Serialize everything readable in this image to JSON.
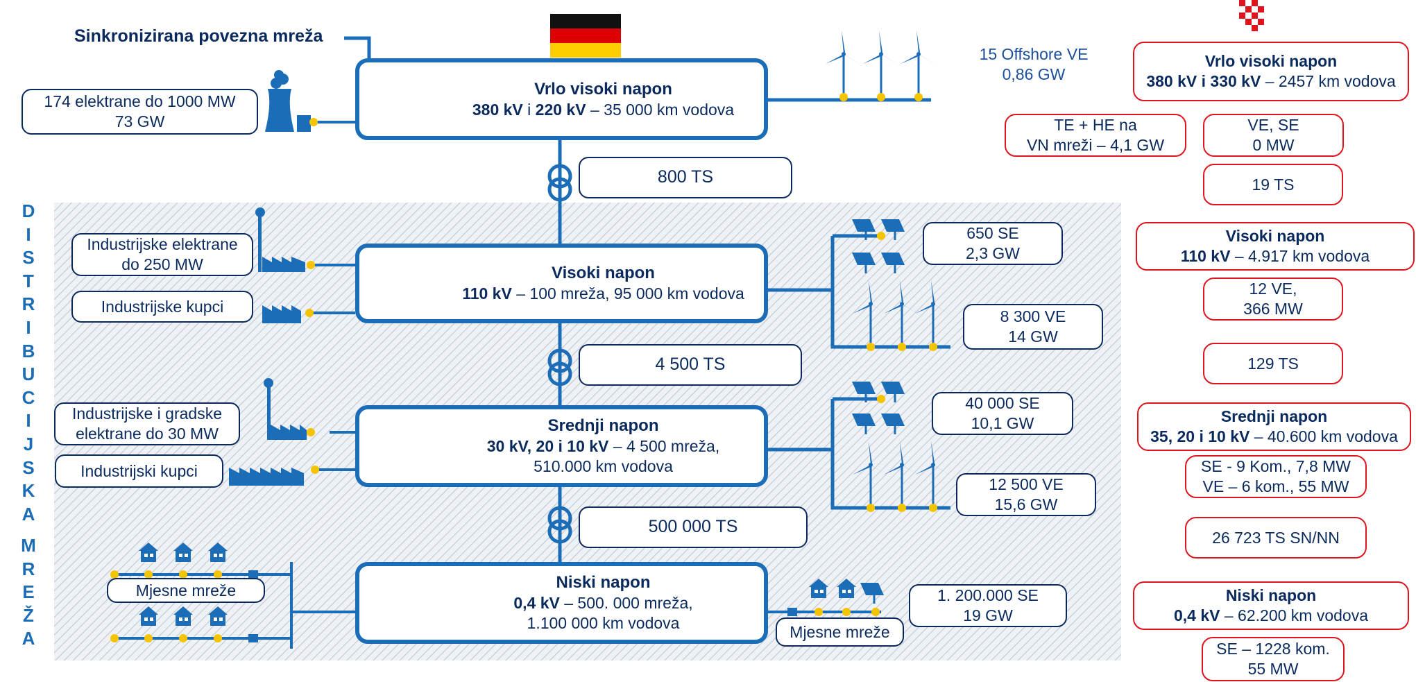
{
  "title": "Sinkronizirana povezna mreža",
  "vertical_label_1": [
    "D",
    "I",
    "S",
    "T",
    "R",
    "I",
    "B",
    "U",
    "C",
    "I",
    "J",
    "S",
    "K",
    "A"
  ],
  "vertical_label_2": [
    "M",
    "R",
    "E",
    "Ž",
    "A"
  ],
  "de": {
    "evh": {
      "title": "Vrlo visoki napon",
      "bold": "380 kV",
      "mid": " i ",
      "bold2": "220 kV",
      "rest": " – 35 000 km vodova"
    },
    "hv": {
      "title": "Visoki napon",
      "bold": "110 kV",
      "rest": " – 100 mreža, 95 000 km vodova"
    },
    "mv": {
      "title": "Srednji napon",
      "bold": "30 kV, 20 i 10 kV",
      "rest": " – 4 500 mreža,",
      "line3": "510.000 km vodova"
    },
    "lv": {
      "title": "Niski napon",
      "bold": "0,4 kV",
      "rest": " – 500. 000 mreža,",
      "line3": "1.100 000 km vodova"
    },
    "ts": [
      "800 TS",
      "4 500 TS",
      "500 000 TS"
    ],
    "plants_1000": [
      "174 elektrane do 1000 MW",
      "73 GW"
    ],
    "offshore": [
      "15 Offshore VE",
      "0,86 GW"
    ],
    "ind_plants_250": [
      "Industrijske elektrane",
      "do 250 MW"
    ],
    "ind_customers_hv": "Industrijske kupci",
    "ind_plants_30": [
      "Industrijske i gradske",
      "elektrane do 30 MW"
    ],
    "ind_customers_mv": "Industrijski kupci",
    "local_left": "Mjesne mreže",
    "local_right": "Mjesne mreže",
    "hv_solar": [
      "650 SE",
      "2,3 GW"
    ],
    "hv_wind": [
      "8 300 VE",
      "14 GW"
    ],
    "mv_solar": [
      "40 000 SE",
      "10,1 GW"
    ],
    "mv_wind": [
      "12 500 VE",
      "15,6 GW"
    ],
    "lv_solar": [
      "1. 200.000 SE",
      "19 GW"
    ]
  },
  "hr": {
    "evh": {
      "title": "Vrlo visoki napon",
      "bold": "380 kV i 330 kV",
      "rest": " – 2457 km vodova"
    },
    "te_he": [
      "TE + HE na",
      "VN mreži – 4,1 GW"
    ],
    "ve_se": [
      "VE, SE",
      "0 MW"
    ],
    "ts1": "19 TS",
    "hv": {
      "title": "Visoki napon",
      "bold": "110 kV",
      "rest": " – 4.917 km vodova"
    },
    "hv_ve": [
      "12 VE,",
      "366 MW"
    ],
    "ts2": "129 TS",
    "mv": {
      "title": "Srednji napon",
      "bold": "35, 20 i 10 kV",
      "rest": " – 40.600 km vodova"
    },
    "mv_se_ve": [
      "SE - 9 Kom., 7,8 MW",
      "VE – 6 kom., 55 MW"
    ],
    "ts3": "26 723 TS SN/NN",
    "lv": {
      "title": "Niski napon",
      "bold": "0,4 kV",
      "rest": " – 62.200 km vodova"
    },
    "lv_se": [
      "SE – 1228 kom.",
      "55 MW"
    ]
  },
  "colors": {
    "blue": "#1c6db7",
    "navy": "#0a2a5e",
    "red": "#e0141e",
    "yellow": "#f5c400",
    "hatch_bg": "#eef1f5"
  },
  "icons": [
    "germany-flag-icon",
    "croatia-checkerboard-icon",
    "power-plant-icon",
    "pylon-icon",
    "wind-turbine-icon",
    "solar-panel-icon",
    "factory-icon",
    "house-icon",
    "transformer-icon"
  ]
}
